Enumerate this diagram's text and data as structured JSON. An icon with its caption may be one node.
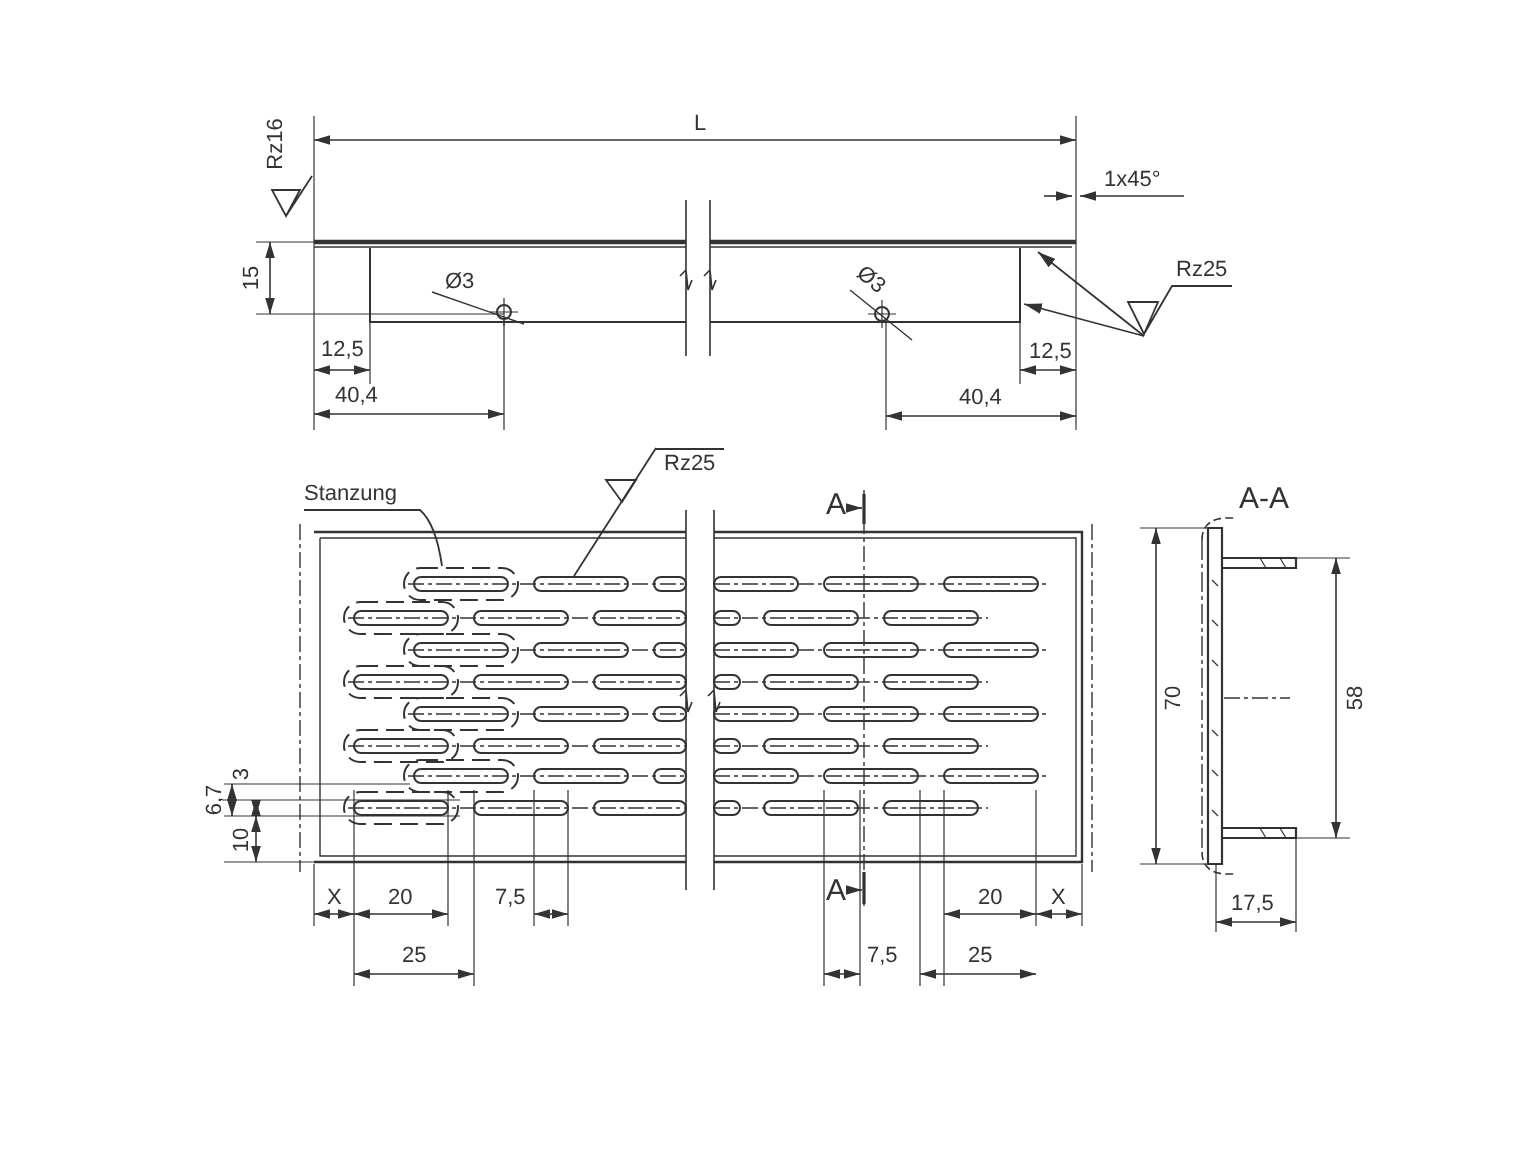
{
  "diagram": {
    "nodes": [
      {
        "text": [
          "Stanzung"
        ]
      },
      {
        "text": [
          "Rz25"
        ]
      },
      {
        "text": [
          "Rz25"
        ]
      }
    ],
    "edges": [
      {
        "from": 0,
        "to": null,
        "arrow": "none"
      },
      {
        "from": 1,
        "to": null,
        "arrow": "to"
      },
      {
        "from": 1,
        "to": null,
        "arrow": "to"
      },
      {
        "from": 2,
        "to": null,
        "arrow": "none"
      }
    ],
    "labels": [
      "Rz16",
      "L",
      "1x45°",
      "15",
      "Ø3",
      "Ø3",
      "12,5",
      "40,4",
      "12,5",
      "40,4",
      "A",
      "A-A",
      "6,7",
      "3",
      "10",
      "X",
      "20",
      "7,5",
      "A",
      "20",
      "X",
      "25",
      "7,5",
      "25",
      "70",
      "58",
      "17,5"
    ]
  }
}
